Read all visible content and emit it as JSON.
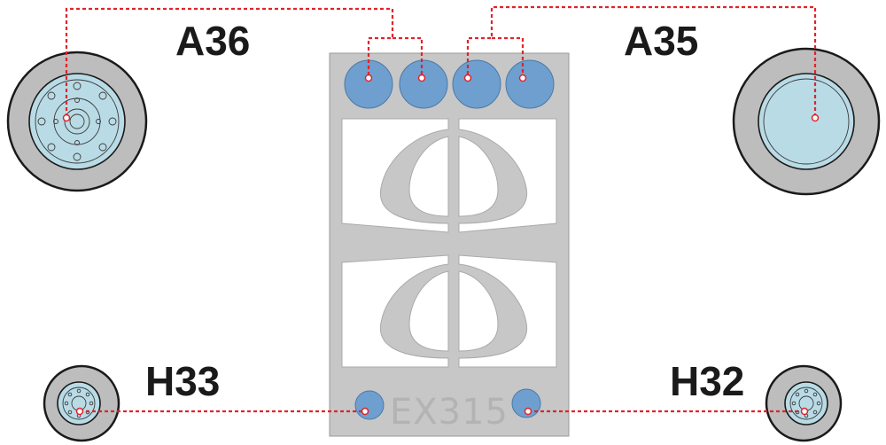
{
  "sheet": {
    "code": "EX315",
    "colors": {
      "sheet_fill": "#c7c7c7",
      "mask_blue": "#6f9fcf",
      "hub_blue": "#b9dbe6",
      "tire_grey": "#bdbdbd",
      "leader_red": "#e0242b"
    }
  },
  "parts": [
    {
      "id": "A36",
      "label": "A36"
    },
    {
      "id": "A35",
      "label": "A35"
    },
    {
      "id": "H33",
      "label": "H33"
    },
    {
      "id": "H32",
      "label": "H32"
    }
  ]
}
